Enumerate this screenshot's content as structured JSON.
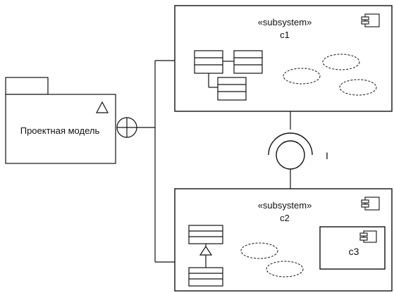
{
  "package": {
    "label": "Проектная модель"
  },
  "subsystems": [
    {
      "stereotype": "«subsystem»",
      "name": "c1"
    },
    {
      "stereotype": "«subsystem»",
      "name": "c2"
    }
  ],
  "nested_component": {
    "name": "c3"
  },
  "interface": {
    "name": "I"
  },
  "icons": {
    "package_marker": "triangle-icon",
    "containment": "circle-plus-icon",
    "component": "component-icon"
  }
}
